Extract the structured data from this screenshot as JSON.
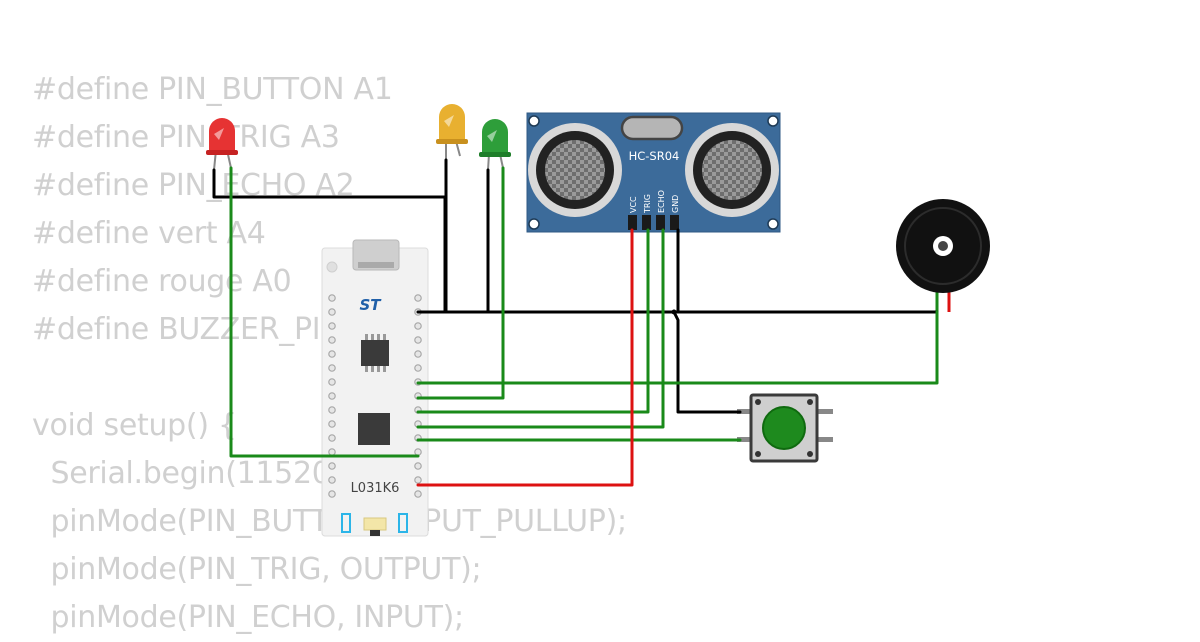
{
  "code_lines": [
    "#define PIN_BUTTON A1",
    "#define PIN_TRIG A3",
    "#define PIN_ECHO A2",
    "#define vert A4",
    "#define rouge A0",
    "#define BUZZER_PIN",
    "",
    "void setup() {",
    "  Serial.begin(11520",
    "  pinMode(PIN_BUTTON, INPUT_PULLUP);",
    "  pinMode(PIN_TRIG, OUTPUT);",
    "  pinMode(PIN_ECHO, INPUT);"
  ],
  "sensor": {
    "model": "HC-SR04",
    "pins": [
      "VCC",
      "TRIG",
      "ECHO",
      "GND"
    ]
  },
  "board": {
    "label": "L031K6",
    "logo": "ST"
  },
  "leds": [
    {
      "name": "red",
      "color": "#e63333"
    },
    {
      "name": "yellow",
      "color": "#e8b030"
    },
    {
      "name": "green",
      "color": "#2e9e3a"
    }
  ],
  "wire_colors": {
    "black": "#000000",
    "green": "#1a8a1a",
    "red": "#dd1111"
  },
  "colors": {
    "code_text": "#d0d0d0",
    "sensor_board": "#3c6b9a",
    "board_body": "#f2f2f2",
    "button_cap": "#1e8a1e",
    "buzzer": "#111111"
  }
}
